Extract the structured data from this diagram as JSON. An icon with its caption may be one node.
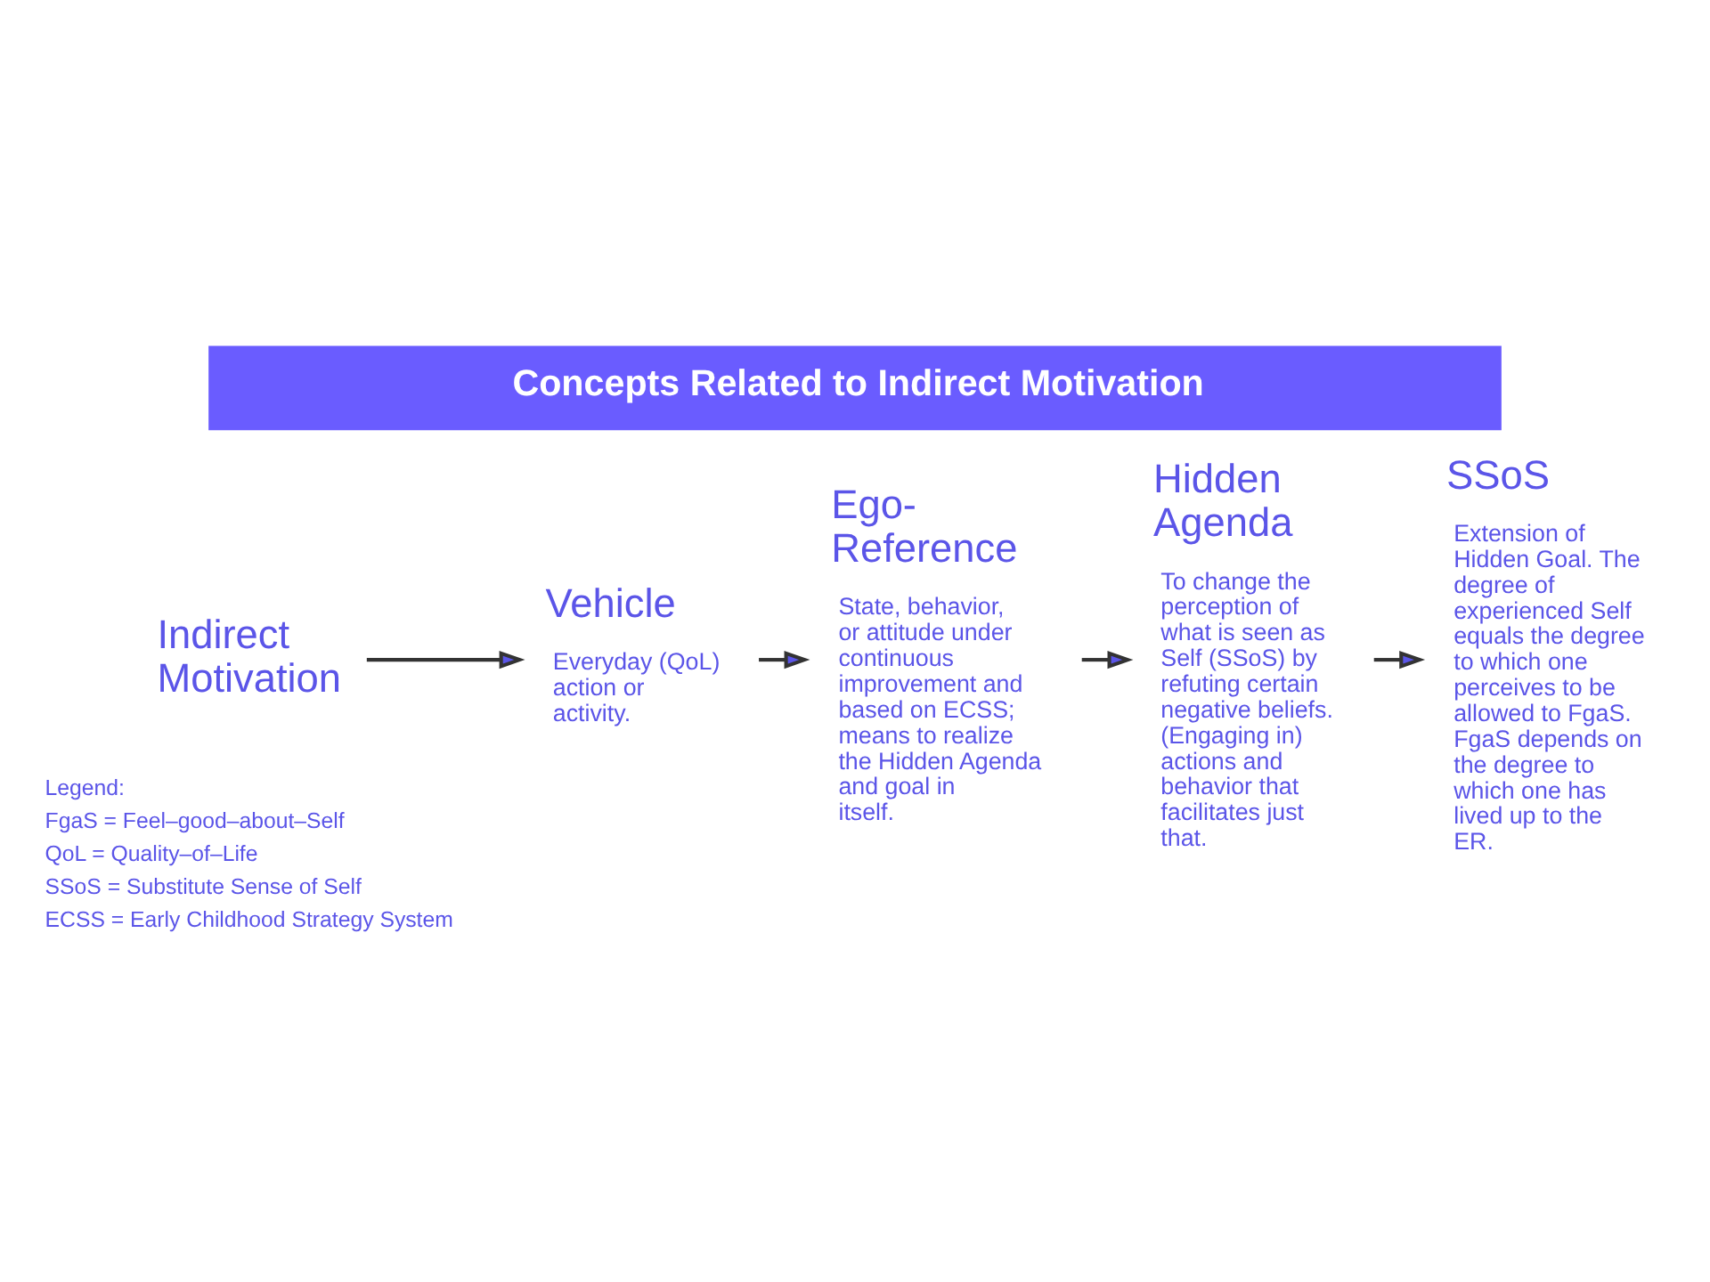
{
  "diagram": {
    "title": "Concepts Related to Indirect Motivation",
    "nodes": [
      {
        "text": [
          "Indirect Motivation"
        ]
      },
      {
        "text": [
          "Vehicle"
        ],
        "beside": [
          "Everyday (QoL) action or activity."
        ]
      },
      {
        "text": [
          "Ego-Reference"
        ],
        "beside": [
          "State, behavior, or attitude under continuous improvement and based on ECSS; means to realize the Hidden Agenda and goal in itself."
        ]
      },
      {
        "text": [
          "Hidden Agenda"
        ],
        "beside": [
          "To change the perception of what is seen as Self (SSoS) by refuting certain negative beliefs. (Engaging in) actions and behavior that facilitates just that."
        ]
      },
      {
        "text": [
          "SSoS"
        ],
        "beside": [
          "Extension of Hidden Goal. The degree of experienced Self equals the degree to which one perceives to be allowed to FgaS. FgaS depends on the degree to which one has lived up to the ER."
        ]
      }
    ],
    "edges": [
      {
        "from": 0,
        "to": 1,
        "arrow": "to"
      },
      {
        "from": 1,
        "to": 2,
        "arrow": "to"
      },
      {
        "from": 2,
        "to": 3,
        "arrow": "to"
      },
      {
        "from": 3,
        "to": 4,
        "arrow": "to"
      }
    ],
    "labels": [
      "Legend:"
    ],
    "legend": [
      {
        "text": "FgaS = Feel–good–about–Self"
      },
      {
        "text": "QoL = Quality–of–Life"
      },
      {
        "text": "SSoS = Substitute Sense of Self"
      },
      {
        "text": "ECSS = Early Childhood Strategy System"
      }
    ]
  }
}
